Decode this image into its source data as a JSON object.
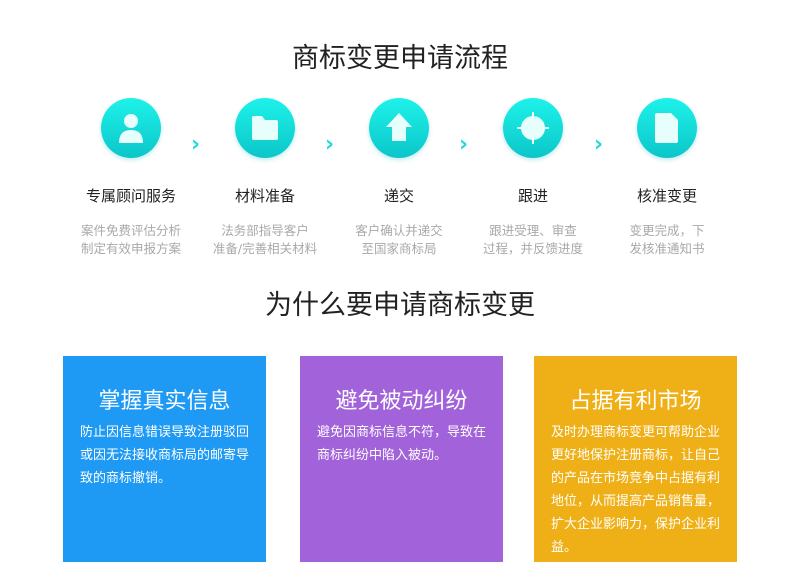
{
  "process": {
    "title": "商标变更申请流程",
    "steps": [
      {
        "title": "专属顾问服务",
        "desc": "案件免费评估分析\n制定有效申报方案",
        "icon": "user-icon"
      },
      {
        "title": "材料准备",
        "desc": "法务部指导客户\n准备/完善相关材料",
        "icon": "folder-icon"
      },
      {
        "title": "递交",
        "desc": "客户确认并递交\n至国家商标局",
        "icon": "upload-arrow-icon"
      },
      {
        "title": "跟进",
        "desc": "跟进受理、审查\n过程，并反馈进度",
        "icon": "target-icon"
      },
      {
        "title": "核准变更",
        "desc": "变更完成，下\n发核准通知书",
        "icon": "document-icon"
      }
    ]
  },
  "why": {
    "title": "为什么要申请商标变更",
    "cards": [
      {
        "title": "掌握真实信息",
        "body": "防止因信息错误导致注册驳回或因无法接收商标局的邮寄导致的商标撤销。",
        "color": "#1e9af4"
      },
      {
        "title": "避免被动纠纷",
        "body": "避免因商标信息不符，导致在商标纠纷中陷入被动。",
        "color": "#a262da"
      },
      {
        "title": "占据有利市场",
        "body": "及时办理商标变更可帮助企业更好地保护注册商标，让自己的产品在市场竞争中占据有利地位，从而提高产品销售量，扩大企业影响力，保护企业利益。",
        "color": "#efb017"
      }
    ]
  }
}
